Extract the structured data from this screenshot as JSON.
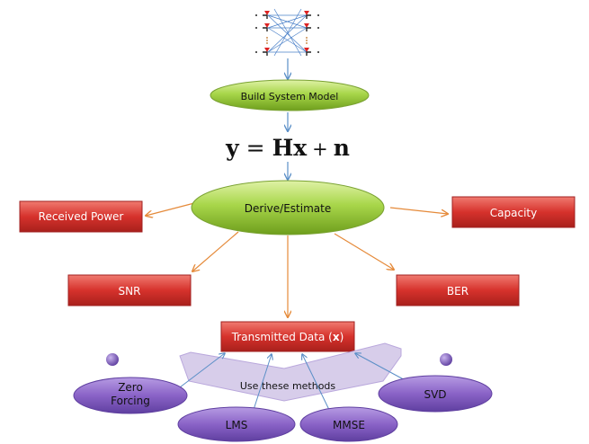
{
  "nodes": {
    "build_model": "Build System Model",
    "derive": "Derive/Estimate",
    "received_power": "Received Power",
    "capacity": "Capacity",
    "snr": "SNR",
    "ber": "BER",
    "transmitted_data": "Transmitted Data (",
    "transmitted_var": "x",
    "transmitted_close": ")",
    "methods_arrow": "Use these methods",
    "zero_forcing_1": "Zero",
    "zero_forcing_2": "Forcing",
    "lms": "LMS",
    "mmse": "MMSE",
    "svd": "SVD"
  },
  "equation": {
    "y": "y",
    "eq": "=",
    "Hx": "Hx",
    "plus": "+",
    "n": "n"
  },
  "colors": {
    "green_ellipse": "#9acd32",
    "red_box": "#d9302c",
    "purple": "#8a63c7",
    "lavender_arrow": "#d7cdea",
    "orange_arrow": "#e58a3a",
    "blue_arrow": "#5b8fc7"
  },
  "icons": {
    "mimo_diagram": "mimo-antenna-diagram-icon"
  }
}
